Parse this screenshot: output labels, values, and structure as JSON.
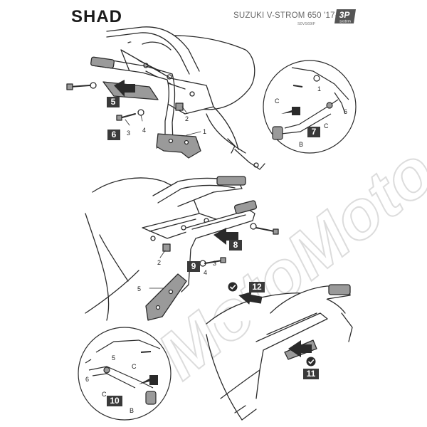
{
  "header": {
    "brand": "SHAD",
    "model": "SUZUKI V-STROM 650 '17-'19",
    "product_code": "S0VS69IF",
    "badge": "3P",
    "badge_sub": "system"
  },
  "steps": [
    {
      "id": "step-5",
      "label": "5"
    },
    {
      "id": "step-6",
      "label": "6"
    },
    {
      "id": "step-7",
      "label": "7"
    },
    {
      "id": "step-8",
      "label": "8"
    },
    {
      "id": "step-9",
      "label": "9"
    },
    {
      "id": "step-10",
      "label": "10"
    },
    {
      "id": "step-11",
      "label": "11"
    },
    {
      "id": "step-12",
      "label": "12"
    }
  ],
  "callouts": {
    "part1": "1",
    "part2": "2",
    "part3": "3",
    "part4": "4",
    "part5": "5",
    "part6": "6",
    "partB": "B",
    "partC": "C"
  },
  "watermark": "MotoMoto",
  "colors": {
    "ink": "#1a1a1a",
    "line": "#2b2b2b",
    "bracket_fill": "#9a9a9a",
    "arrow_fill": "#2a2a2a",
    "stepbox": "#3a3a3a",
    "watermark": "#d9d9d9"
  }
}
